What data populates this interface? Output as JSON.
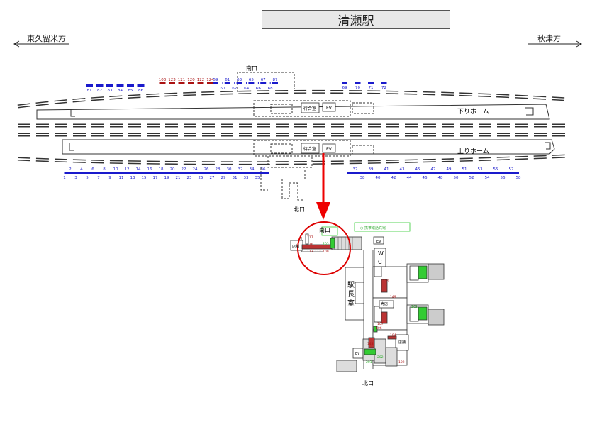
{
  "station": {
    "name": "清瀬駅"
  },
  "directions": {
    "left": "東久留米方",
    "right": "秋津方"
  },
  "exits": {
    "south": "南口",
    "north": "北口"
  },
  "platforms": {
    "down": "下りホーム",
    "up": "上りホーム"
  },
  "labels": {
    "waiting_room": "待合室",
    "ev": "EV",
    "station_master": "駅長室",
    "shop": "店舗",
    "wc_w": "W",
    "wc_c": "C",
    "ticket": "売店",
    "mobile": "○ 携帯電話充電",
    "shop2": "店舗"
  },
  "car_stops": {
    "south_blue_top": [
      "81",
      "82",
      "83",
      "84",
      "85",
      "86"
    ],
    "south_red_top": [
      "103",
      "123",
      "121",
      "120",
      "122",
      "124"
    ],
    "south_blue_mid_top": [
      "59",
      "61",
      "63",
      "65",
      "67",
      "87"
    ],
    "south_blue_mid_bot": [
      "60",
      "62",
      "64",
      "66",
      "68"
    ],
    "south_blue_right": [
      "69",
      "70",
      "71",
      "72"
    ],
    "north_left_top": [
      "2",
      "4",
      "6",
      "8",
      "10",
      "12",
      "14",
      "16",
      "18",
      "20",
      "22",
      "24",
      "26",
      "28",
      "30",
      "32",
      "34",
      "36"
    ],
    "north_left_bot": [
      "1",
      "3",
      "5",
      "7",
      "9",
      "11",
      "13",
      "15",
      "17",
      "19",
      "21",
      "23",
      "25",
      "27",
      "29",
      "31",
      "33",
      "35"
    ],
    "north_right_top": [
      "37",
      "39",
      "41",
      "43",
      "45",
      "47",
      "49",
      "51",
      "53",
      "55",
      "57"
    ],
    "north_right_bot": [
      "38",
      "40",
      "42",
      "44",
      "46",
      "48",
      "50",
      "52",
      "54",
      "56",
      "58"
    ]
  },
  "detail_numbers": [
    "117",
    "116",
    "113",
    "112",
    "109",
    "205",
    "125",
    "149",
    "107",
    "106",
    "104",
    "148",
    "102",
    "201",
    "202",
    "203"
  ]
}
